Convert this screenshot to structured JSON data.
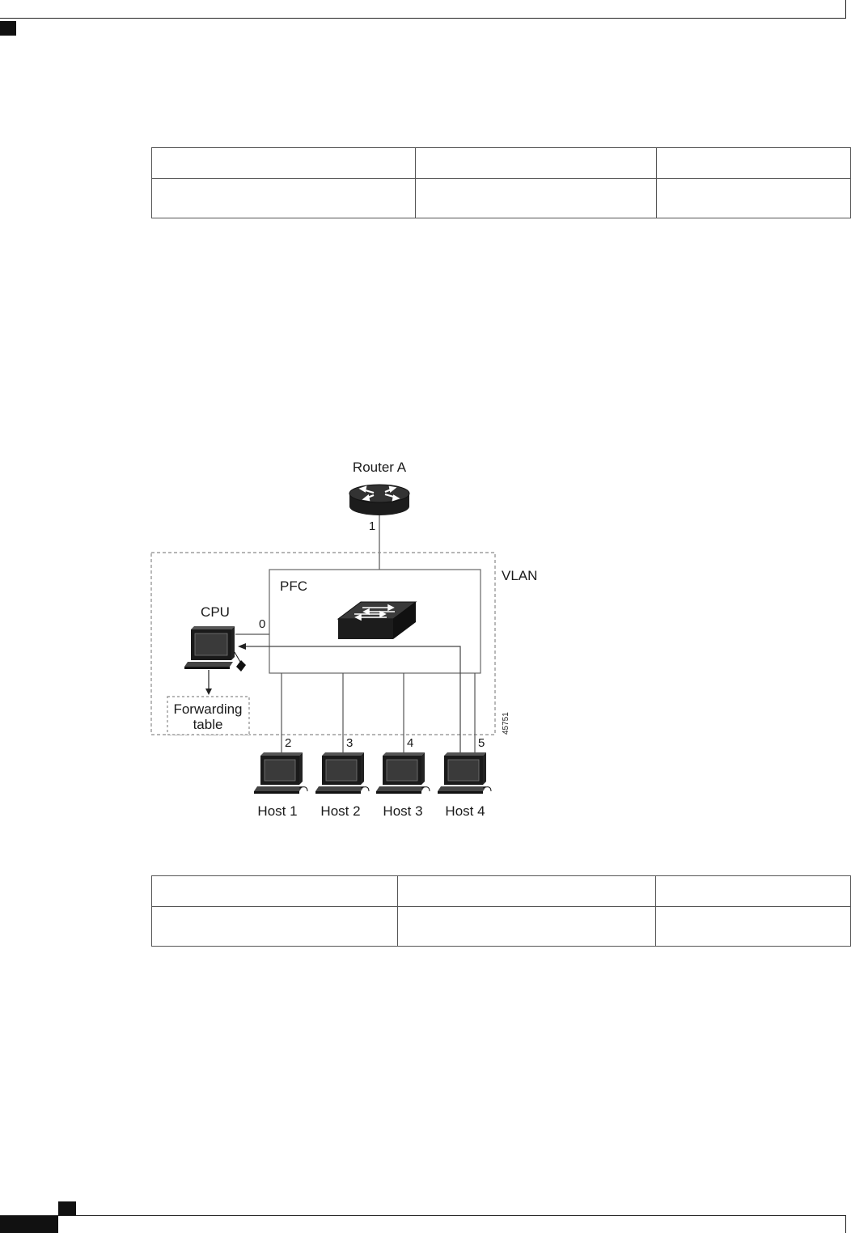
{
  "diagram": {
    "router_label": "Router A",
    "switch_label": "PFC",
    "vlan_label": "VLAN",
    "cpu_label": "CPU",
    "forwarding_line1": "Forwarding",
    "forwarding_line2": "table",
    "figure_id": "45751",
    "ports": {
      "p0": "0",
      "p1": "1",
      "p2": "2",
      "p3": "3",
      "p4": "4",
      "p5": "5"
    },
    "hosts": [
      "Host 1",
      "Host 2",
      "Host 3",
      "Host 4"
    ]
  }
}
